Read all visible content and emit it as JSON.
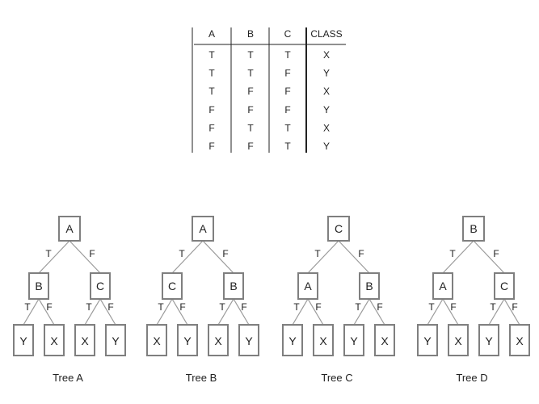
{
  "table": {
    "headers": [
      "A",
      "B",
      "C",
      "CLASS"
    ],
    "rows": [
      [
        "T",
        "T",
        "T",
        "X"
      ],
      [
        "T",
        "T",
        "F",
        "Y"
      ],
      [
        "T",
        "F",
        "F",
        "X"
      ],
      [
        "F",
        "F",
        "F",
        "Y"
      ],
      [
        "F",
        "T",
        "T",
        "X"
      ],
      [
        "F",
        "F",
        "T",
        "Y"
      ]
    ]
  },
  "trees": [
    {
      "caption": "Tree A",
      "root": "A",
      "mid": [
        "B",
        "C"
      ],
      "leaves": [
        "Y",
        "X",
        "X",
        "Y"
      ]
    },
    {
      "caption": "Tree B",
      "root": "A",
      "mid": [
        "C",
        "B"
      ],
      "leaves": [
        "X",
        "Y",
        "X",
        "Y"
      ]
    },
    {
      "caption": "Tree C",
      "root": "C",
      "mid": [
        "A",
        "B"
      ],
      "leaves": [
        "Y",
        "X",
        "Y",
        "X"
      ]
    },
    {
      "caption": "Tree D",
      "root": "B",
      "mid": [
        "A",
        "C"
      ],
      "leaves": [
        "Y",
        "X",
        "Y",
        "X"
      ]
    }
  ],
  "edge_labels": {
    "true": "T",
    "false": "F"
  },
  "colors": {
    "node_border": "#7f7f7f",
    "edge": "#9a9a9a",
    "table_line": "#222222"
  }
}
